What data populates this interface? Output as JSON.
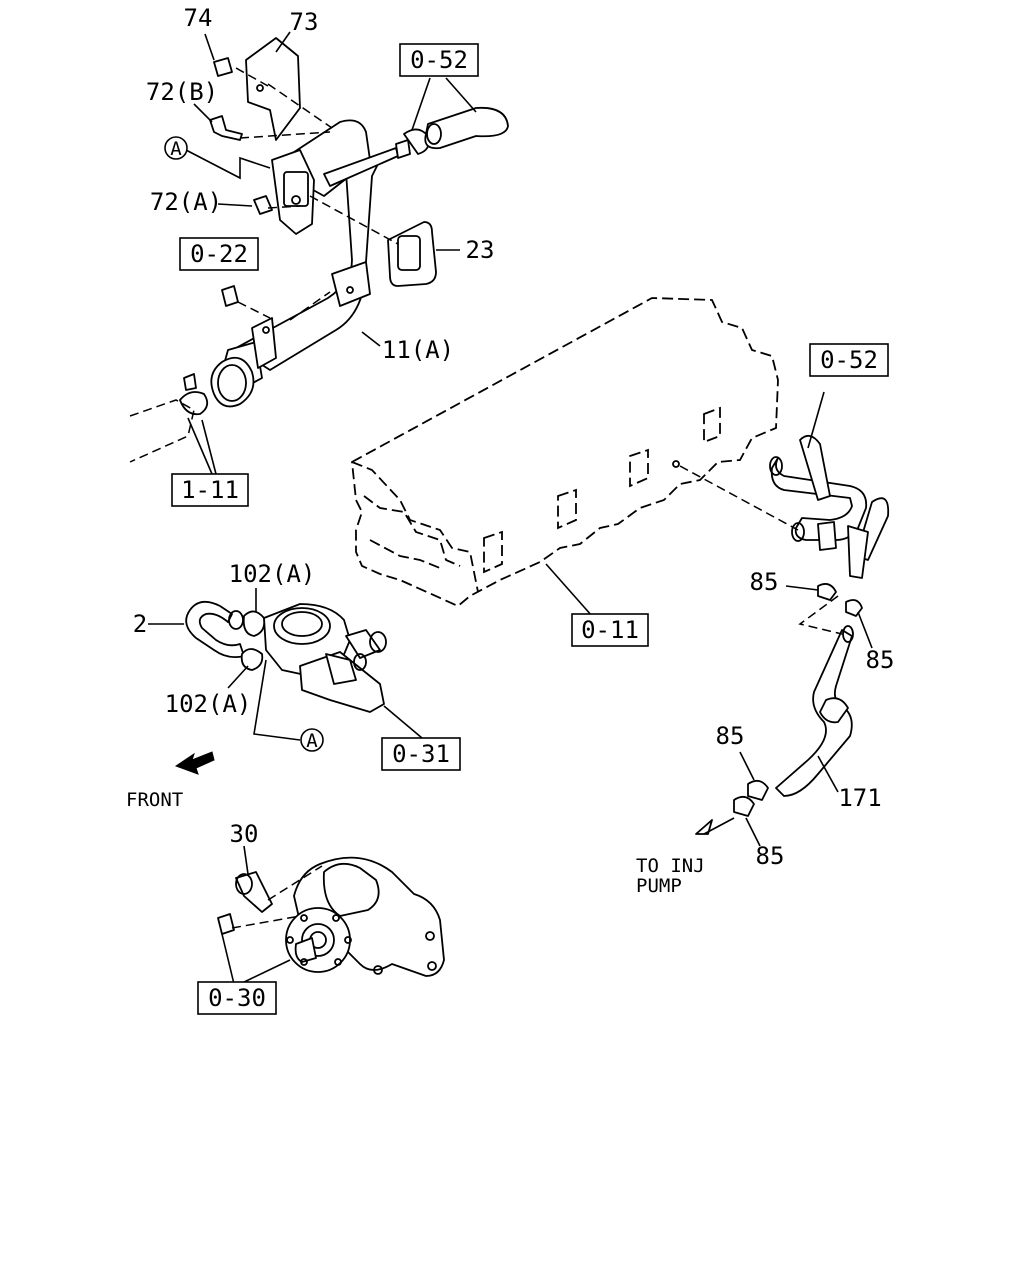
{
  "callouts": {
    "c74": "74",
    "c73": "73",
    "c72b": "72(B)",
    "c72a": "72(A)",
    "c23": "23",
    "c11a": "11(A)",
    "c2": "2",
    "c102a_top": "102(A)",
    "c102a_bottom": "102(A)",
    "c30": "30",
    "c85_a": "85",
    "c85_b": "85",
    "c85_c": "85",
    "c85_d": "85",
    "c171": "171",
    "circle_a_top": "A",
    "circle_a_bottom": "A"
  },
  "references": {
    "r052_top": "0-52",
    "r022": "0-22",
    "r111": "1-11",
    "r052_right": "0-52",
    "r011": "0-11",
    "r031": "0-31",
    "r030": "0-30"
  },
  "notes": {
    "front": "FRONT",
    "to_inj_line1": "TO INJ",
    "to_inj_line2": "PUMP"
  }
}
